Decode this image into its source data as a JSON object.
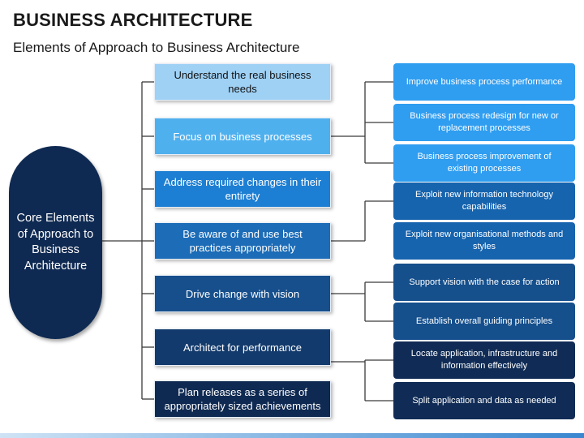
{
  "header": {
    "title": "BUSINESS ARCHITECTURE",
    "subtitle": "Elements of Approach to Business Architecture"
  },
  "core": {
    "label": "Core Elements of Approach to Business Architecture",
    "color": "#0f2a52"
  },
  "elements": [
    {
      "label": "Understand the real business needs",
      "color": "#9fd1f5",
      "text_color": "#111111"
    },
    {
      "label": "Focus on business processes",
      "color": "#4fb0ee",
      "text_color": "#ffffff"
    },
    {
      "label": "Address required changes in their entirety",
      "color": "#1d7fd3",
      "text_color": "#ffffff"
    },
    {
      "label": "Be aware of and use best practices appropriately",
      "color": "#1c6cb7",
      "text_color": "#ffffff"
    },
    {
      "label": "Drive change with vision",
      "color": "#174f8c",
      "text_color": "#ffffff"
    },
    {
      "label": "Architect for performance",
      "color": "#133a6c",
      "text_color": "#ffffff"
    },
    {
      "label": "Plan releases as a series of appropriately sized achievements",
      "color": "#0f2a52",
      "text_color": "#ffffff"
    }
  ],
  "details": [
    {
      "label": "Improve business process performance",
      "color": "#2f9df0"
    },
    {
      "label": "Business process redesign for new or replacement processes",
      "color": "#2f9df0"
    },
    {
      "label": "Business process improvement of existing processes",
      "color": "#2f9df0"
    },
    {
      "label": "Exploit new information technology capabilities",
      "color": "#1663ae"
    },
    {
      "label": "Exploit new organisational methods and styles",
      "color": "#1663ae"
    },
    {
      "label": "Support vision with the case for action",
      "color": "#154f8c"
    },
    {
      "label": "Establish overall guiding principles",
      "color": "#154f8c"
    },
    {
      "label": "Locate application, infrastructure and information effectively",
      "color": "#102c56"
    },
    {
      "label": "Split application and data as needed",
      "color": "#102c56"
    }
  ],
  "line_color": "#3a3a3a"
}
